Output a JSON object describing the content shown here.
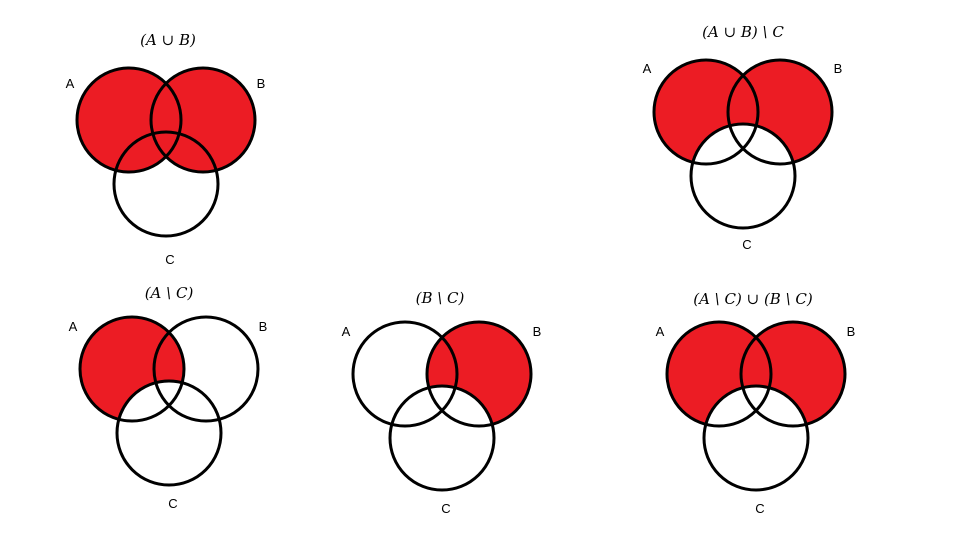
{
  "fill_color": "#ec1c24",
  "stroke_color": "#000000",
  "diagrams": [
    {
      "id": "a-union-b",
      "title": "(A ∪ B)",
      "set_a": "A",
      "set_b": "B",
      "set_c": "C",
      "shaded": [
        "A",
        "B"
      ],
      "excluded": []
    },
    {
      "id": "a-union-b-minus-c",
      "title": "(A ∪ B) \\ C",
      "set_a": "A",
      "set_b": "B",
      "set_c": "C",
      "shaded": [
        "A",
        "B"
      ],
      "excluded": [
        "C"
      ]
    },
    {
      "id": "a-minus-c",
      "title": "(A \\ C)",
      "set_a": "A",
      "set_b": "B",
      "set_c": "C",
      "shaded": [
        "A"
      ],
      "excluded": [
        "C"
      ]
    },
    {
      "id": "b-minus-c",
      "title": "(B \\ C)",
      "set_a": "A",
      "set_b": "B",
      "set_c": "C",
      "shaded": [
        "B"
      ],
      "excluded": [
        "C"
      ]
    },
    {
      "id": "a-minus-c-union-b-minus-c",
      "title": "(A \\ C) ∪ (B \\ C)",
      "set_a": "A",
      "set_b": "B",
      "set_c": "C",
      "shaded": [
        "A",
        "B"
      ],
      "excluded": [
        "C"
      ]
    }
  ]
}
